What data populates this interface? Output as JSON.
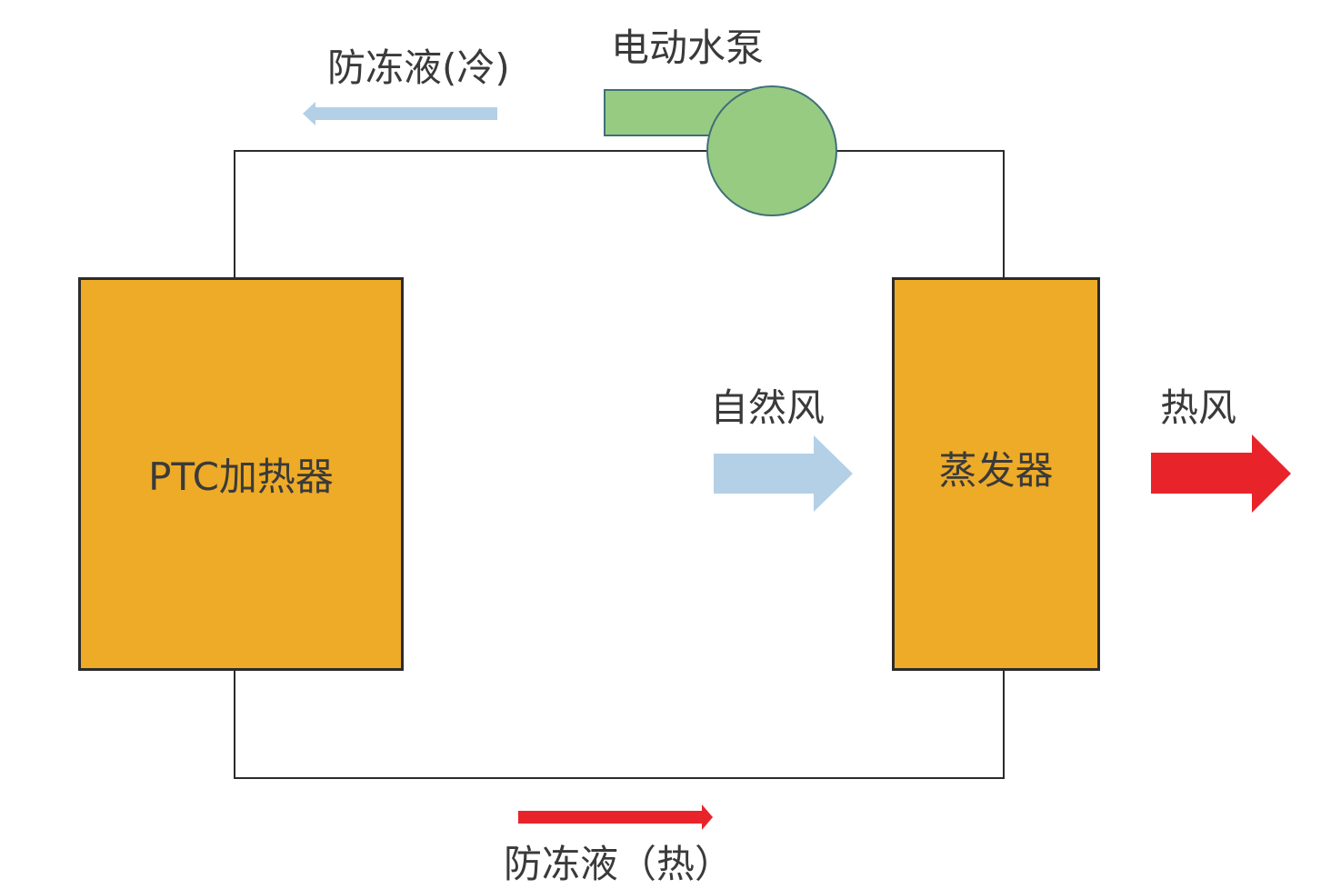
{
  "colors": {
    "component_fill": "#eeab27",
    "pump_fill": "#98cb82",
    "pump_stroke": "#3f6f78",
    "cold_flow": "#b3d0e7",
    "hot_flow": "#e8242a",
    "pipe": "#2b2b2b"
  },
  "components": {
    "ptc_heater": "PTC加热器",
    "evaporator": "蒸发器",
    "pump": "电动水泵"
  },
  "flows": {
    "coolant_cold": "防冻液(冷)",
    "coolant_hot": "防冻液（热）",
    "natural_air": "自然风",
    "hot_air": "热风"
  }
}
